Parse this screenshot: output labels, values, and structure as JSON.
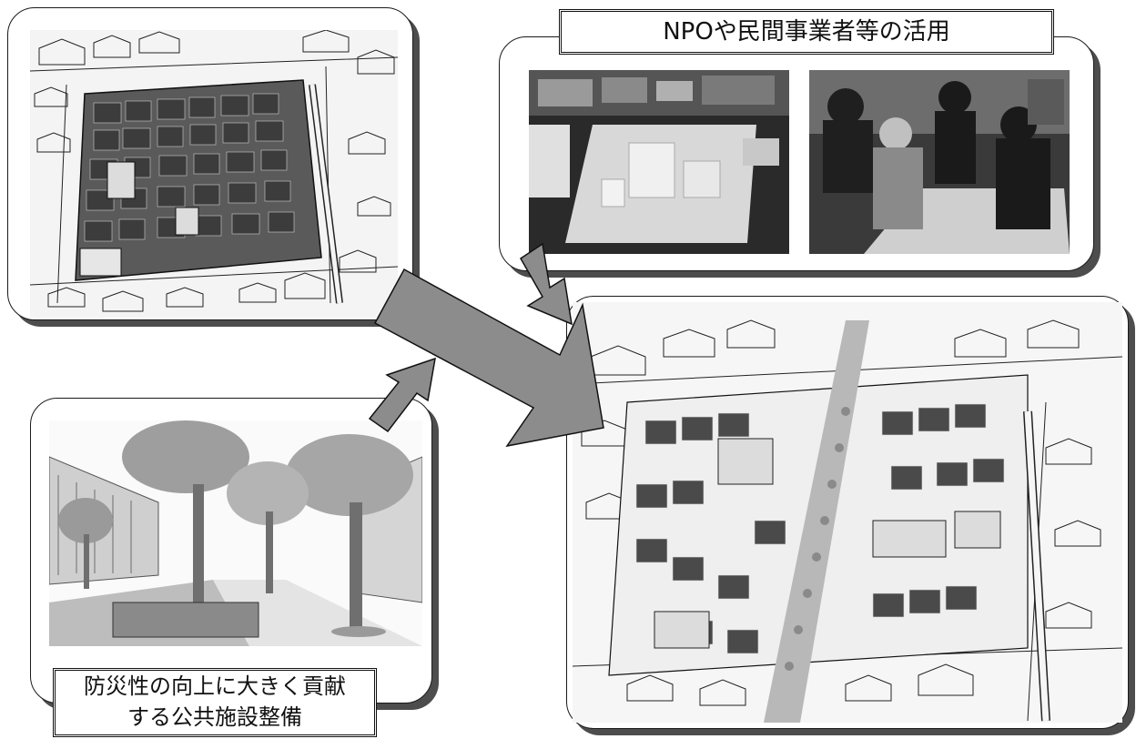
{
  "labels": {
    "npo": "NPOや民間事業者等の活用",
    "public_line1": "防災性の向上に大きく貢献",
    "public_line2": "する公共施設整備"
  },
  "illustrations": {
    "before_map": "dense-town-before-illustration",
    "npo_photo_1": "town-model-photo",
    "npo_photo_2": "workshop-photo",
    "street_trees": "tree-lined-street-illustration",
    "after_map": "improved-town-after-illustration"
  },
  "colors": {
    "arrow": "#8c8c8c",
    "shadow": "#4d4d4d",
    "roof_dark": "#4a4a4a",
    "line": "#1a1a1a"
  }
}
